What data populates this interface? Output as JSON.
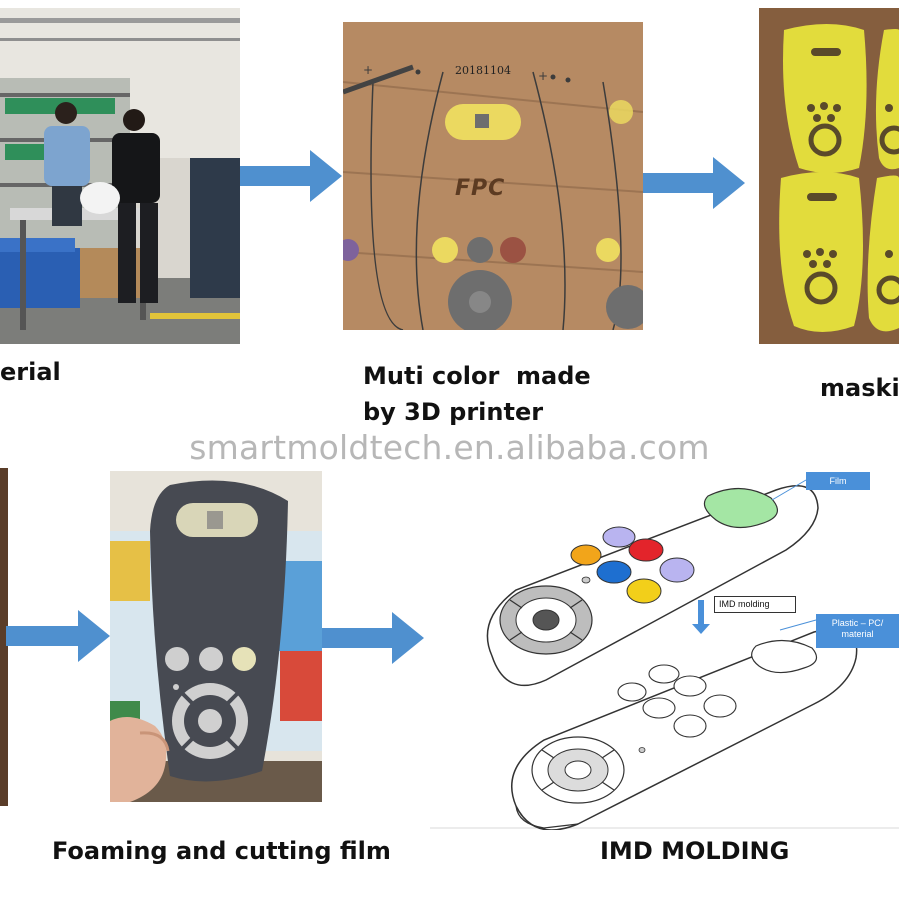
{
  "watermark": "smartmoldtech.en.alibaba.com",
  "captions": {
    "material": "erial",
    "printer_line1": "Muti color  made",
    "printer_line2": "by 3D printer",
    "masking": "maski",
    "foaming": "Foaming and cutting film",
    "imd": "IMD MOLDING"
  },
  "photo2": {
    "date_stamp": "20181104",
    "brand": "FPC"
  },
  "diagram": {
    "film_label": "Film",
    "imd_label": "IMD molding",
    "plastic_label": "Plastic – PC/",
    "plastic_label2": "material"
  },
  "colors": {
    "arrow": "#4f90cf",
    "mask_yellow": "#e2dc3c",
    "film_green": "#a4e6a4",
    "callout_blue": "#4a90d9",
    "button_red": "#e3242b",
    "button_blue": "#1e6fd0",
    "button_yellow": "#f2cf1a",
    "button_orange": "#f2a51a",
    "button_lavender": "#b9b4f0"
  }
}
